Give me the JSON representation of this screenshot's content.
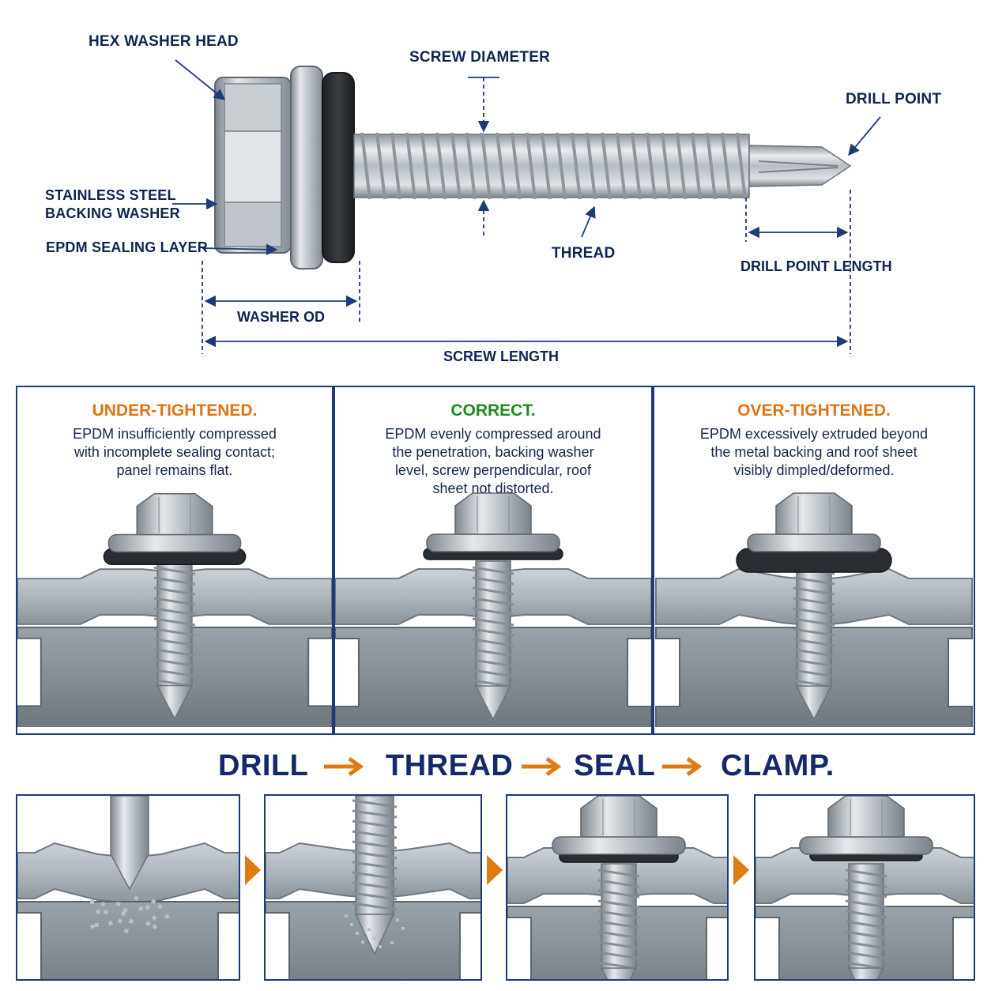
{
  "labels": {
    "hex_washer_head": "HEX WASHER HEAD",
    "screw_diameter": "SCREW DIAMETER",
    "drill_point": "DRILL POINT",
    "stainless_backing_line1": "STAINLESS STEEL",
    "stainless_backing_line2": "BACKING WASHER",
    "epdm_sealing_layer": "EPDM SEALING LAYER",
    "thread": "THREAD",
    "drill_point_length": "DRILL POINT LENGTH",
    "washer_od": "WASHER OD",
    "screw_length": "SCREW LENGTH"
  },
  "panels": [
    {
      "title": "UNDER-TIGHTENED.",
      "title_color": "#e07412",
      "lines": [
        "EPDM insufficiently compressed",
        "with incomplete sealing contact;",
        "panel remains flat."
      ]
    },
    {
      "title": "CORRECT.",
      "title_color": "#1f8a1f",
      "lines": [
        "EPDM evenly compressed around",
        "the penetration, backing washer",
        "level, screw perpendicular, roof",
        "sheet not distorted."
      ]
    },
    {
      "title": "OVER-TIGHTENED.",
      "title_color": "#e07412",
      "lines": [
        "EPDM excessively extruded beyond",
        "the metal backing and roof sheet",
        "visibly dimpled/deformed."
      ]
    }
  ],
  "process": {
    "steps": [
      "DRILL",
      "THREAD",
      "SEAL",
      "CLAMP."
    ],
    "arrow_color": "#e07a12"
  },
  "colors": {
    "navy": "#0f2452",
    "border": "#1e3a78",
    "steel_light": "#d9dde2",
    "steel_mid": "#a9b0b8",
    "steel_dark": "#6e7780",
    "epdm": "#2a2d31"
  }
}
